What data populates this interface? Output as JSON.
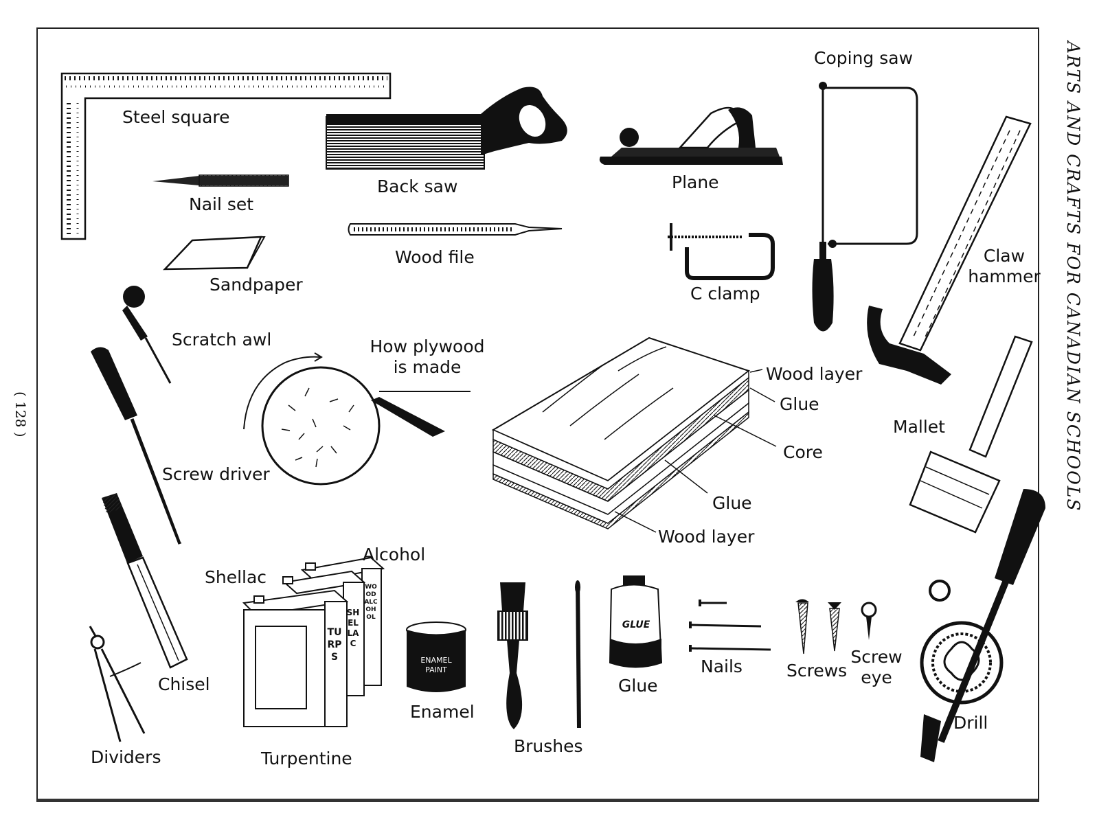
{
  "page": {
    "side_title": "ARTS AND CRAFTS FOR CANADIAN SCHOOLS",
    "page_number": "( 128 )"
  },
  "labels": {
    "steel_square": "Steel square",
    "back_saw": "Back saw",
    "plane": "Plane",
    "coping_saw": "Coping saw",
    "nail_set": "Nail set",
    "wood_file": "Wood file",
    "sandpaper": "Sandpaper",
    "c_clamp": "C clamp",
    "claw_hammer_1": "Claw",
    "claw_hammer_2": "hammer",
    "scratch_awl": "Scratch awl",
    "plywood_title_1": "How plywood",
    "plywood_title_2": "is made",
    "screw_driver": "Screw driver",
    "mallet": "Mallet",
    "chisel": "Chisel",
    "dividers": "Dividers",
    "shellac": "Shellac",
    "alcohol": "Alcohol",
    "turpentine": "Turpentine",
    "enamel": "Enamel",
    "brushes": "Brushes",
    "glue": "Glue",
    "nails": "Nails",
    "screws": "Screws",
    "screw_eye_1": "Screw",
    "screw_eye_2": "eye",
    "drill": "Drill"
  },
  "plywood_layers": {
    "wood_layer_top": "Wood layer",
    "glue_top": "Glue",
    "core": "Core",
    "glue_bottom": "Glue",
    "wood_layer_bottom": "Wood layer"
  },
  "can_labels": {
    "turps": "TURPS",
    "shellac": "SHELLAC",
    "wood_alcohol": "WOOD ALCOHOL",
    "enamel_1": "ENAMEL",
    "enamel_2": "PAINT",
    "glue": "GLUE"
  }
}
